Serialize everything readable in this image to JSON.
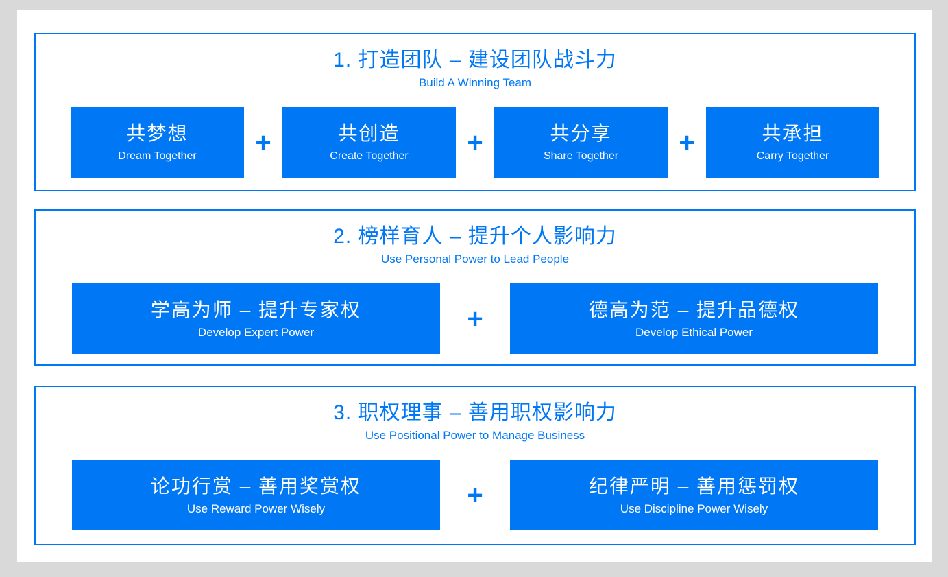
{
  "colors": {
    "accent": "#0077f5",
    "page_bg": "#d9d9d9",
    "panel_bg": "#ffffff",
    "box_text": "#ffffff"
  },
  "plus_sign": "+",
  "sections": [
    {
      "title": "1. 打造团队 – 建设团队战斗力",
      "subtitle": "Build A Winning Team",
      "boxes": [
        {
          "zh": "共梦想",
          "en": "Dream Together"
        },
        {
          "zh": "共创造",
          "en": "Create Together"
        },
        {
          "zh": "共分享",
          "en": "Share Together"
        },
        {
          "zh": "共承担",
          "en": "Carry Together"
        }
      ]
    },
    {
      "title": "2. 榜样育人 – 提升个人影响力",
      "subtitle": "Use Personal Power to Lead People",
      "boxes": [
        {
          "zh": "学高为师 – 提升专家权",
          "en": "Develop Expert Power"
        },
        {
          "zh": "德高为范 – 提升品德权",
          "en": "Develop Ethical Power"
        }
      ]
    },
    {
      "title": "3. 职权理事 – 善用职权影响力",
      "subtitle": "Use Positional Power to Manage Business",
      "boxes": [
        {
          "zh": "论功行赏 – 善用奖赏权",
          "en": "Use Reward Power Wisely"
        },
        {
          "zh": "纪律严明 – 善用惩罚权",
          "en": "Use Discipline Power Wisely"
        }
      ]
    }
  ]
}
